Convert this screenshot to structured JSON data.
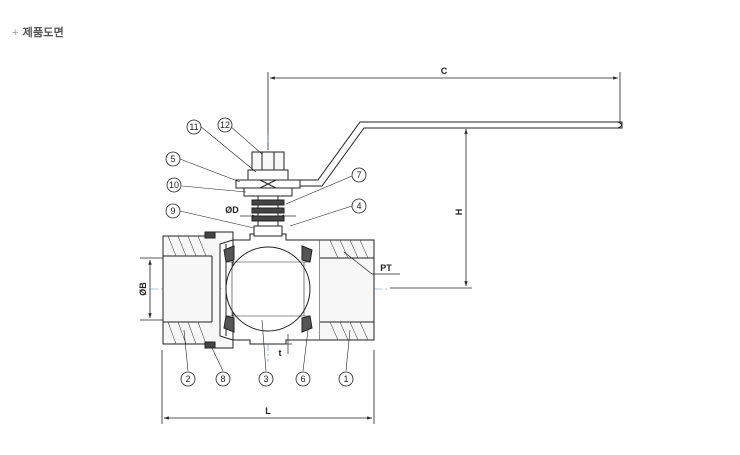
{
  "section": {
    "marker": "+",
    "title": "제품도면"
  },
  "dimensions": {
    "c": "C",
    "h": "H",
    "l": "L",
    "b": "ØB",
    "d": "ØD",
    "pt": "PT",
    "t": "t"
  },
  "callouts": [
    "1",
    "2",
    "3",
    "4",
    "5",
    "6",
    "7",
    "8",
    "9",
    "10",
    "11",
    "12"
  ]
}
